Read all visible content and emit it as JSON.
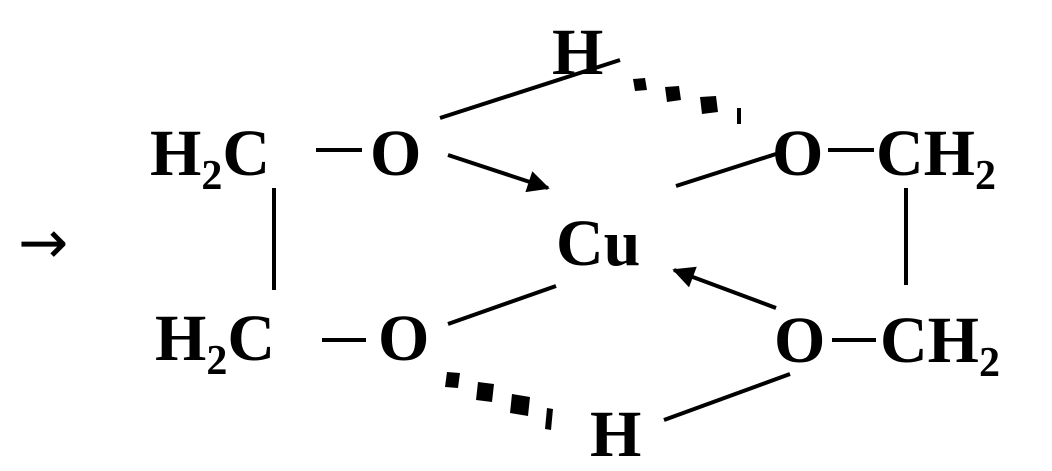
{
  "reaction_arrow": "→",
  "atoms": {
    "h_top": "H",
    "h_bottom": "H",
    "cu": "Cu",
    "o_top_left": "O",
    "o_bottom_left": "O",
    "o_top_right": "O",
    "o_bottom_right": "O",
    "ch2_top_left": {
      "main": "H",
      "sub": "2",
      "tail": "C"
    },
    "ch2_bottom_left": {
      "main": "H",
      "sub": "2",
      "tail": "C"
    },
    "ch2_top_right": {
      "main": "CH",
      "sub": "2"
    },
    "ch2_bottom_right": {
      "main": "CH",
      "sub": "2"
    }
  },
  "colors": {
    "ink": "#000000",
    "background": "#ffffff"
  }
}
